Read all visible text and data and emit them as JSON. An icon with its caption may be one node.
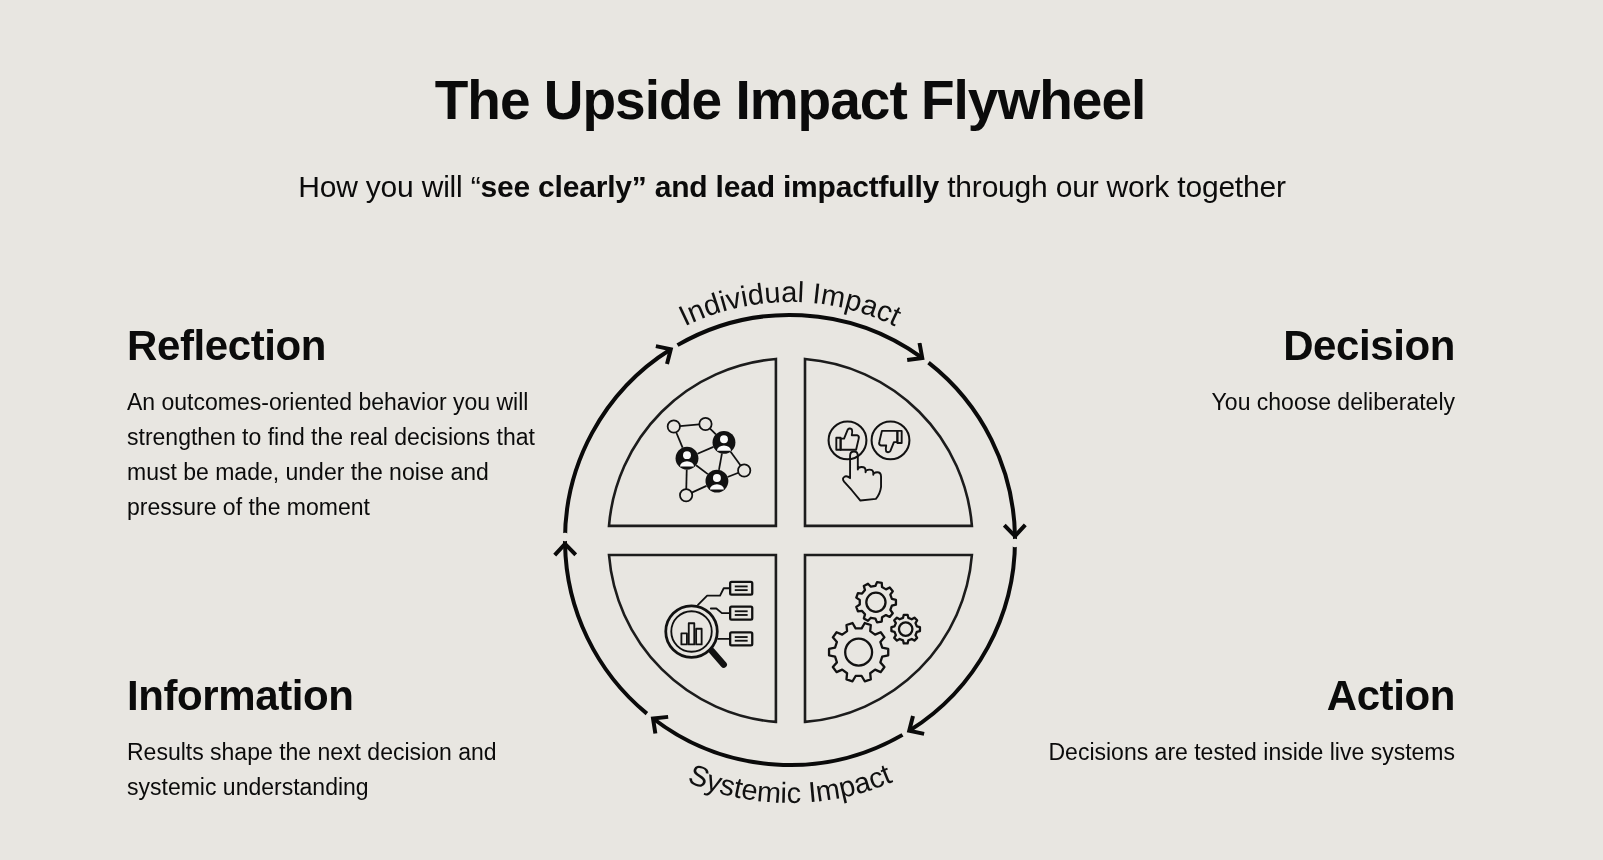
{
  "diagram": {
    "title": "The Upside Impact Flywheel",
    "nodes": [
      {
        "text": [],
        "shape": "quadrant",
        "beside": [
          "Reflection",
          "An outcomes-oriented behavior you will strengthen to find the real decisions that must be made, under the noise and pressure of the moment"
        ]
      },
      {
        "text": [],
        "shape": "quadrant",
        "beside": [
          "Decision",
          "You choose deliberately"
        ]
      },
      {
        "text": [],
        "shape": "quadrant",
        "beside": [
          "Information",
          "Results shape the next decision and systemic understanding"
        ]
      },
      {
        "text": [],
        "shape": "quadrant",
        "beside": [
          "Action",
          "Decisions are tested inside live systems"
        ]
      }
    ],
    "edges": [
      {
        "from": 0,
        "to": 1,
        "arrow": "to",
        "label": "Individual Impact"
      },
      {
        "from": 1,
        "to": 3,
        "arrow": "to"
      },
      {
        "from": 3,
        "to": 2,
        "arrow": "to",
        "label": "Systemic Impact"
      },
      {
        "from": 2,
        "to": 0,
        "arrow": "to"
      }
    ],
    "labels": [
      "How you will “**see clearly” and lead impactfully** through our work together"
    ]
  }
}
